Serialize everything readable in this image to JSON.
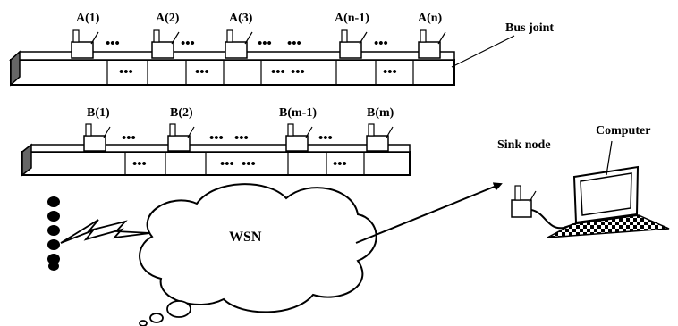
{
  "sensors_row_a": [
    "A(1)",
    "A(2)",
    "A(3)",
    "A(n-1)",
    "A(n)"
  ],
  "sensors_row_b": [
    "B(1)",
    "B(2)",
    "B(m-1)",
    "B(m)"
  ],
  "bus_joint_label": "Bus joint",
  "sink_node_label": "Sink node",
  "computer_label": "Computer",
  "wsn_label": "WSN",
  "ellipsis": "•••"
}
